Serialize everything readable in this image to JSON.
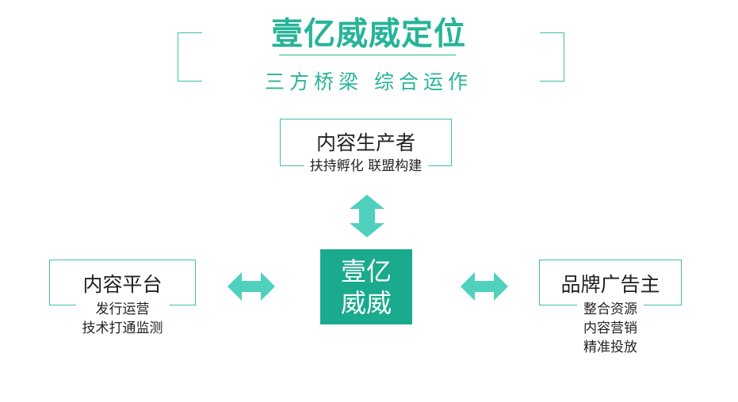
{
  "header": {
    "title": "壹亿威威定位",
    "subtitle": "三方桥梁  综合运作"
  },
  "colors": {
    "accent": "#27b498",
    "center_fill": "#1aaa8e",
    "arrow": "#4fd1be",
    "border": "#3fbfa8"
  },
  "nodes": {
    "producer": {
      "title": "内容生产者",
      "lines": [
        "扶持孵化 联盟构建"
      ]
    },
    "platform": {
      "title": "内容平台",
      "lines": [
        "发行运营",
        "技术打通监测"
      ]
    },
    "advertiser": {
      "title": "品牌广告主",
      "lines": [
        "整合资源",
        "内容营销",
        "精准投放"
      ]
    },
    "center": {
      "lines": [
        "壹亿",
        "威威"
      ]
    }
  }
}
